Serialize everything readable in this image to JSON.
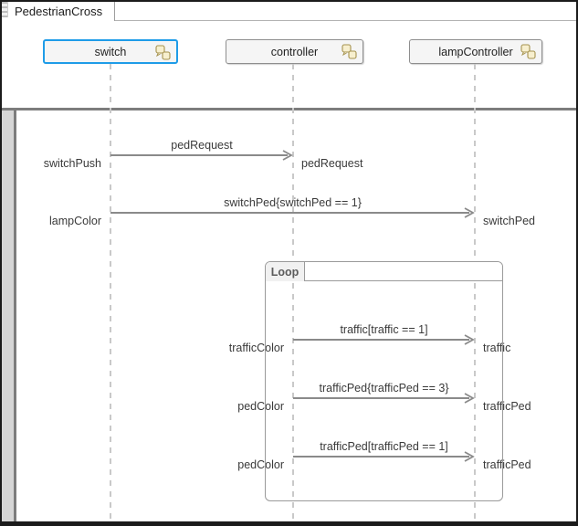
{
  "window": {
    "tab_title": "PedestrianCross"
  },
  "lifelines": [
    {
      "label": "switch",
      "selected": true,
      "icon": "stateflow-chart-icon"
    },
    {
      "label": "controller",
      "selected": false,
      "icon": "stateflow-chart-icon"
    },
    {
      "label": "lampController",
      "selected": false,
      "icon": "stateflow-chart-icon"
    }
  ],
  "fragment": {
    "type": "loop",
    "label": "Loop"
  },
  "messages": [
    {
      "from": "switch",
      "to": "controller",
      "label": "pedRequest",
      "source_label": "switchPush",
      "target_label": "pedRequest",
      "in_loop": false
    },
    {
      "from": "switch",
      "to": "lampController",
      "label": "switchPed{switchPed == 1}",
      "source_label": "lampColor",
      "target_label": "switchPed",
      "in_loop": false
    },
    {
      "from": "controller",
      "to": "lampController",
      "label": "traffic[traffic == 1]",
      "source_label": "trafficColor",
      "target_label": "traffic",
      "in_loop": true
    },
    {
      "from": "controller",
      "to": "lampController",
      "label": "trafficPed{trafficPed == 3}",
      "source_label": "pedColor",
      "target_label": "trafficPed",
      "in_loop": true
    },
    {
      "from": "controller",
      "to": "lampController",
      "label": "trafficPed[trafficPed == 1]",
      "source_label": "pedColor",
      "target_label": "trafficPed",
      "in_loop": true
    }
  ],
  "colors": {
    "selection_accent": "#1f9ce8",
    "box_background": "#f5f5f5",
    "box_border": "#8e8e8e",
    "icon_fill": "#f7efce",
    "icon_stroke": "#a5924f",
    "lifeline": "#c9c9c9",
    "arrow": "#8a8a8a",
    "label_text": "#3a3a3a",
    "frame_border": "#1b1b1b",
    "gutter_fill": "#d6d6d6",
    "divider": "#7d7d7d",
    "loop_border": "#9a9a9a",
    "loop_header_fill": "#f1f1f1"
  }
}
